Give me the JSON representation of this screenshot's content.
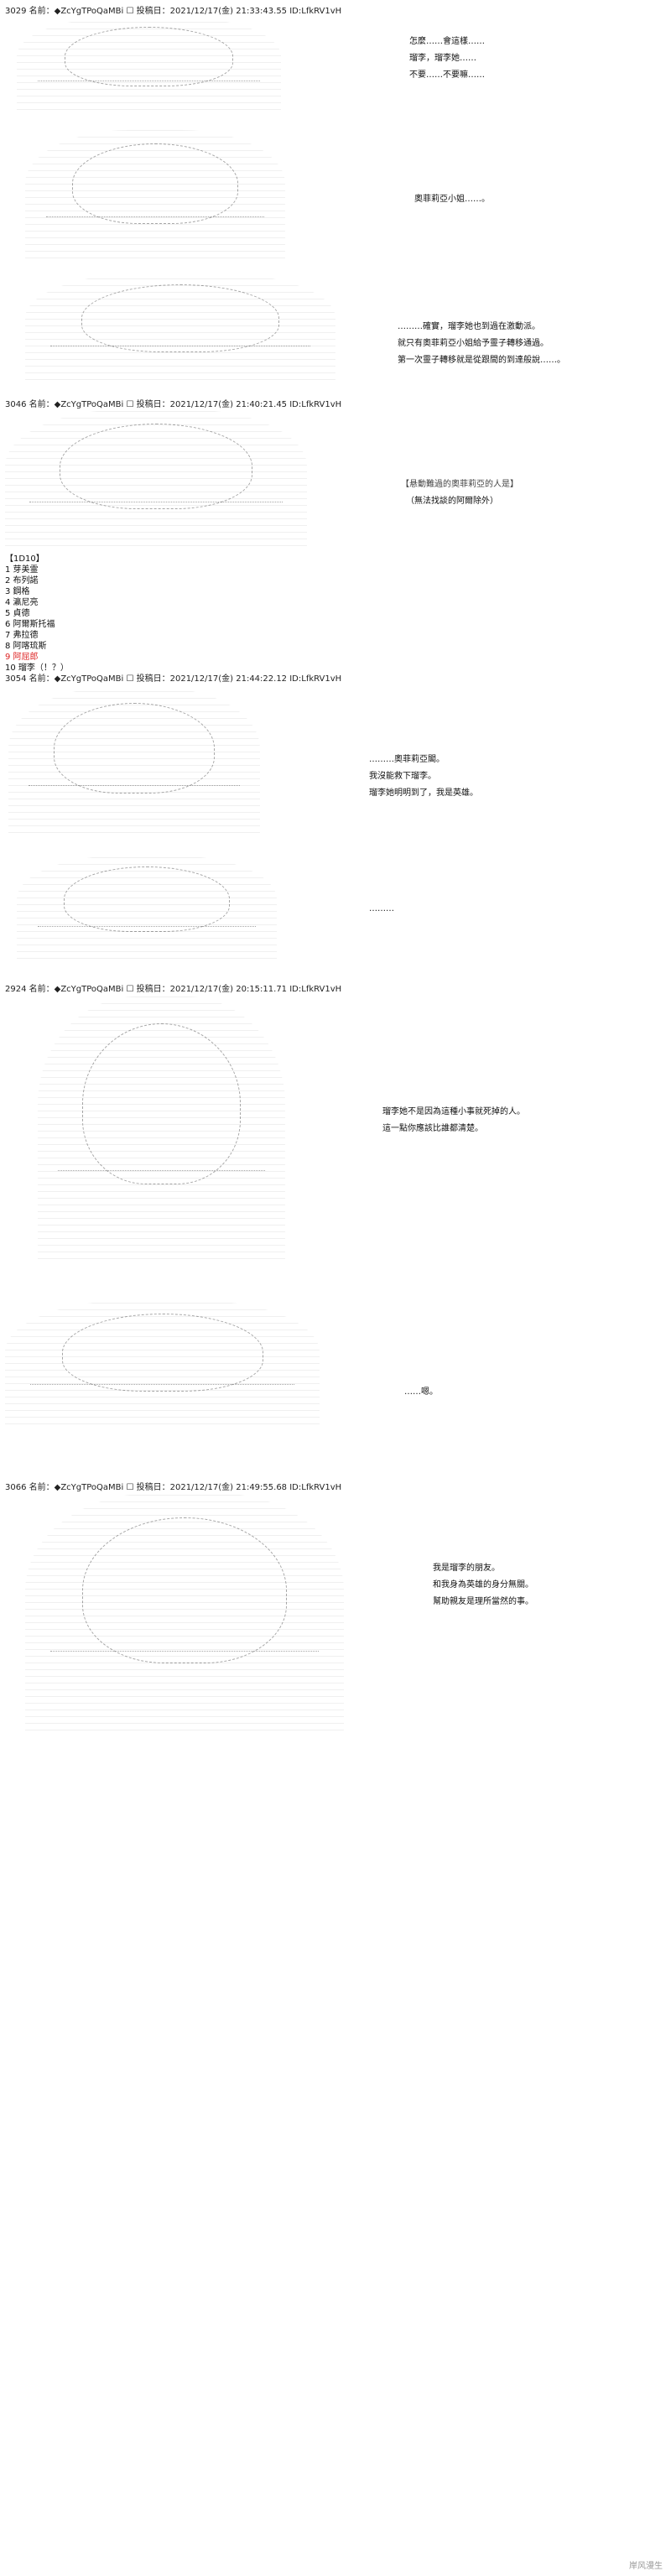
{
  "posts": [
    {
      "header": "3029 名前：◆ZcYgTPoQaMBi ☐ 投稿日：2021/12/17(金) 21:33:43.55 ID:LfkRV1vH"
    },
    {
      "header": "3046 名前：◆ZcYgTPoQaMBi ☐ 投稿日：2021/12/17(金) 21:40:21.45 ID:LfkRV1vH"
    },
    {
      "header": "3054 名前：◆ZcYgTPoQaMBi ☐ 投稿日：2021/12/17(金) 21:44:22.12 ID:LfkRV1vH"
    },
    {
      "header": "2924 名前：◆ZcYgTPoQaMBi ☐ 投稿日：2021/12/17(金) 20:15:11.71 ID:LfkRV1vH"
    },
    {
      "header": "3066 名前：◆ZcYgTPoQaMBi ☐ 投稿日：2021/12/17(金) 21:49:55.68 ID:LfkRV1vH"
    }
  ],
  "dialogues": {
    "d1": [
      "怎麼……會這樣……",
      "瑠李，瑠李她……",
      "不要……不要嘛……"
    ],
    "d2": [
      "奧菲莉亞小姐……。"
    ],
    "d3": [
      "………確實，瑠李她也到過在激動派。",
      "就只有奧菲莉亞小姐給予靈子轉移通過。",
      "第一次靈子轉移就是從跟間的到達般說……。"
    ],
    "d4": [
      "【悬動難過的奧菲莉亞的人是】",
      "（無法找談的阿爾除外）"
    ],
    "d5": [
      "………奧菲莉亞閣。",
      "我沒能救下瑠李。",
      "瑠李她明明到了，我是英雄。"
    ],
    "d6": [
      "………"
    ],
    "d7": [
      "瑠李她不是因為這種小事就死掉的人。",
      "這一點你應該比誰都清楚。"
    ],
    "d8": [
      "……嗯。"
    ],
    "d9": [
      "我是瑠李的朋友。",
      "和我身為英雄的身分無關。",
      "幫助親友是理所當然的事。"
    ]
  },
  "vote": {
    "title": "【1D10】",
    "items": [
      "1 芽美霊",
      "2 布列諾",
      "3 鋼格",
      "4 瀛尼亮",
      "5 貞德",
      "6 阿爾斯托福",
      "7 弗拉德",
      "8 阿喀琉斯"
    ],
    "highlight": "9 阿屈郎",
    "last": "10 瑠李（！？）"
  },
  "watermark": "岸风漫生"
}
